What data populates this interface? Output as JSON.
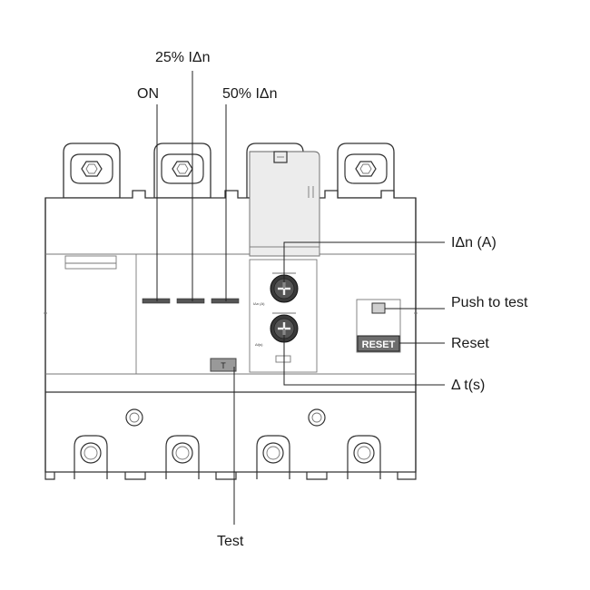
{
  "labels": {
    "on": "ON",
    "pct25": "25% IΔn",
    "pct50": "50% IΔn",
    "idn": "IΔn (A)",
    "push_to_test": "Push to test",
    "reset": "Reset",
    "delta_t": "Δ t(s)",
    "test": "Test"
  },
  "device": {
    "reset_button_text": "RESET",
    "test_button_text": "T",
    "dial1_marking": "IΔn (A)",
    "dial2_marking": "Δt(s)"
  }
}
